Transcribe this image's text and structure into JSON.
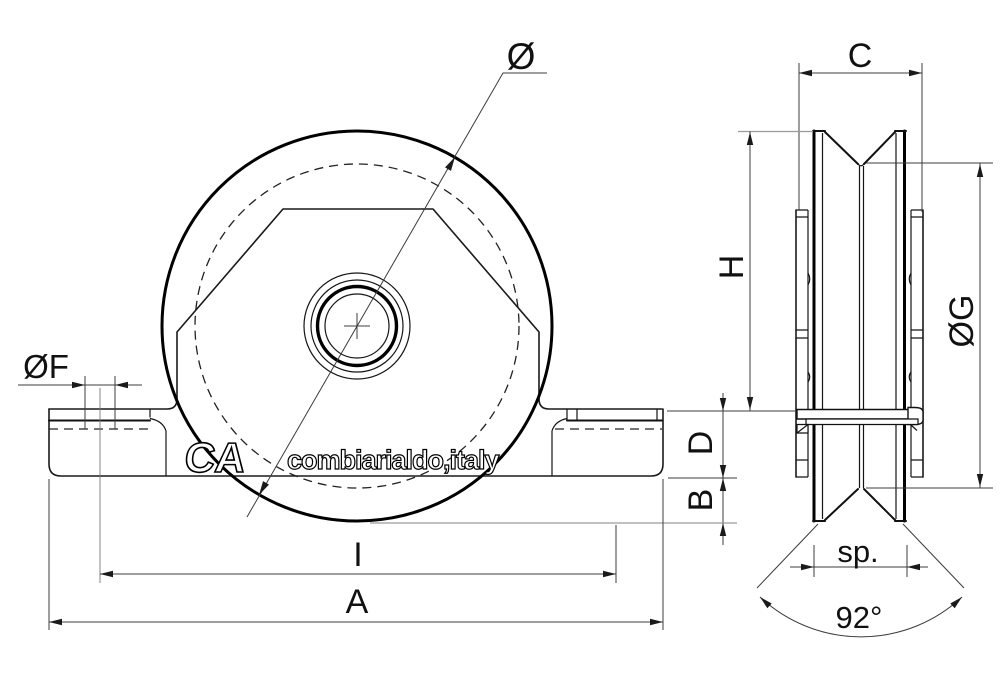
{
  "drawing": {
    "title": "V-groove wheel with internal support - dimension drawing",
    "front_view": {
      "labels": {
        "wheel_diameter": "Ø",
        "hole_diameter": "ØF",
        "support_depth": "D",
        "wheel_protrusion": "B",
        "hole_spacing": "I",
        "overall_width": "A"
      }
    },
    "side_view": {
      "labels": {
        "overall_thickness": "C",
        "height": "H",
        "groove_diameter": "ØG",
        "wheel_thickness": "sp.",
        "groove_angle": "92°"
      }
    },
    "logo": {
      "monogram": "CA",
      "text": "combiarialdo,italy"
    },
    "colors": {
      "background": "#ffffff",
      "object_line": "#1a1a1a",
      "dimension_line": "#3c3c3c",
      "extension_gray": "#9a9a9a"
    }
  }
}
